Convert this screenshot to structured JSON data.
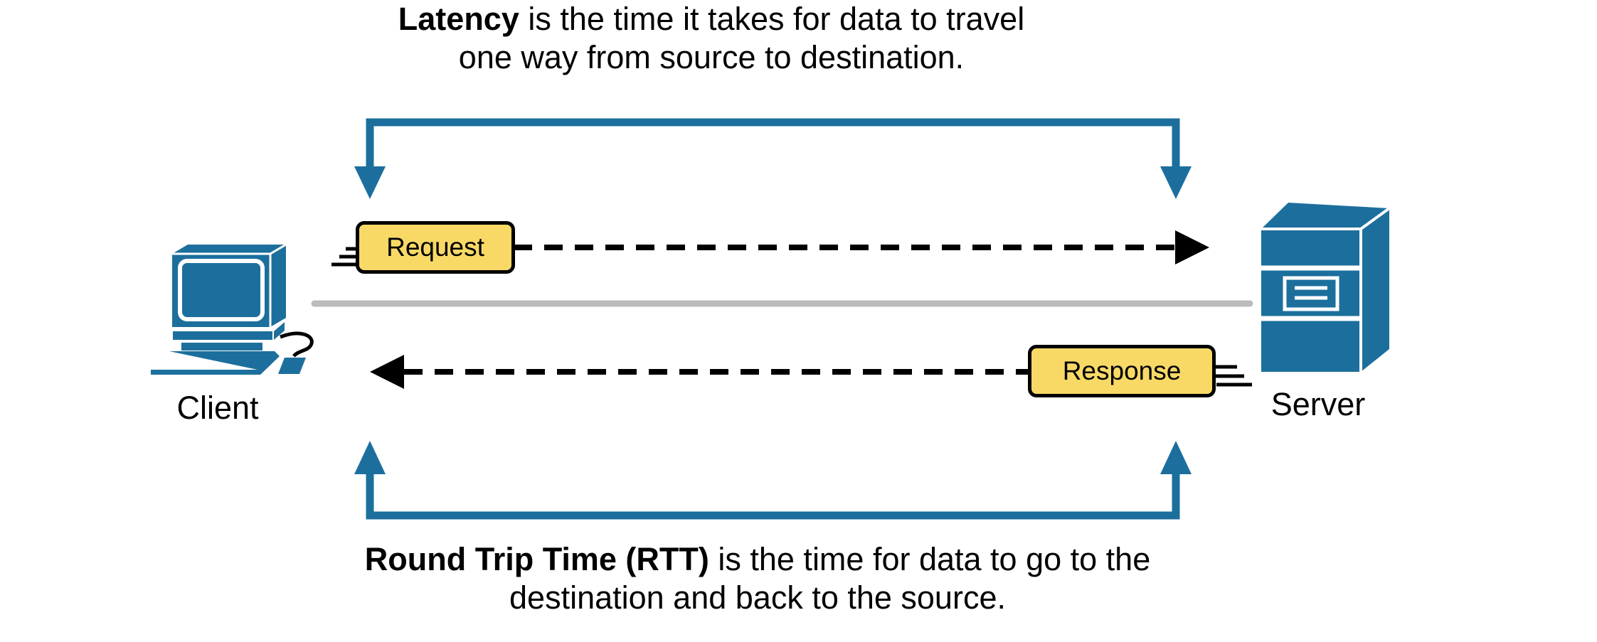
{
  "title": "Latency vs Round Trip Time diagram",
  "colors": {
    "accent_blue": "#1C6F9C",
    "box_yellow": "#F8D966",
    "box_border": "#000000",
    "timeline_gray": "#BCBCBC",
    "text": "#000000",
    "background": "#FFFFFF"
  },
  "captions": {
    "latency": {
      "term": "Latency",
      "rest": " is the time it takes for data to travel",
      "line2": "one way from source to destination."
    },
    "rtt": {
      "term": "Round Trip Time (RTT)",
      "rest": " is the time for data to go to the",
      "line2": "destination and back to the source."
    }
  },
  "nodes": {
    "client": {
      "label": "Client",
      "icon": "desktop-computer-icon"
    },
    "server": {
      "label": "Server",
      "icon": "server-tower-icon"
    }
  },
  "messages": {
    "request": {
      "label": "Request",
      "direction": "client-to-server"
    },
    "response": {
      "label": "Response",
      "direction": "server-to-client"
    }
  }
}
